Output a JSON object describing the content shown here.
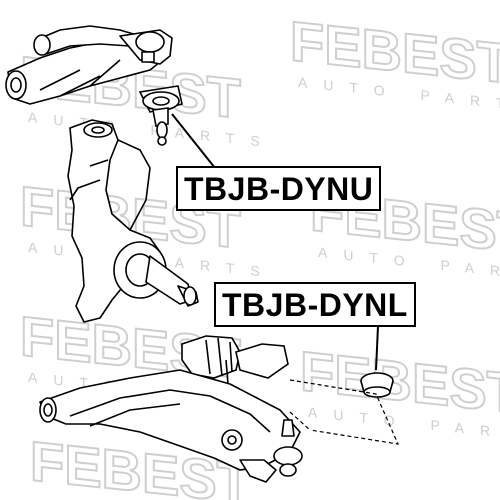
{
  "watermark": {
    "brand": "FEBEST",
    "tagline": "AUTO PARTS",
    "color": "#c8c8c8"
  },
  "labels": {
    "upper": "TBJB-DYNU",
    "lower": "TBJB-DYNL"
  },
  "colors": {
    "line": "#000000",
    "background": "#ffffff"
  }
}
